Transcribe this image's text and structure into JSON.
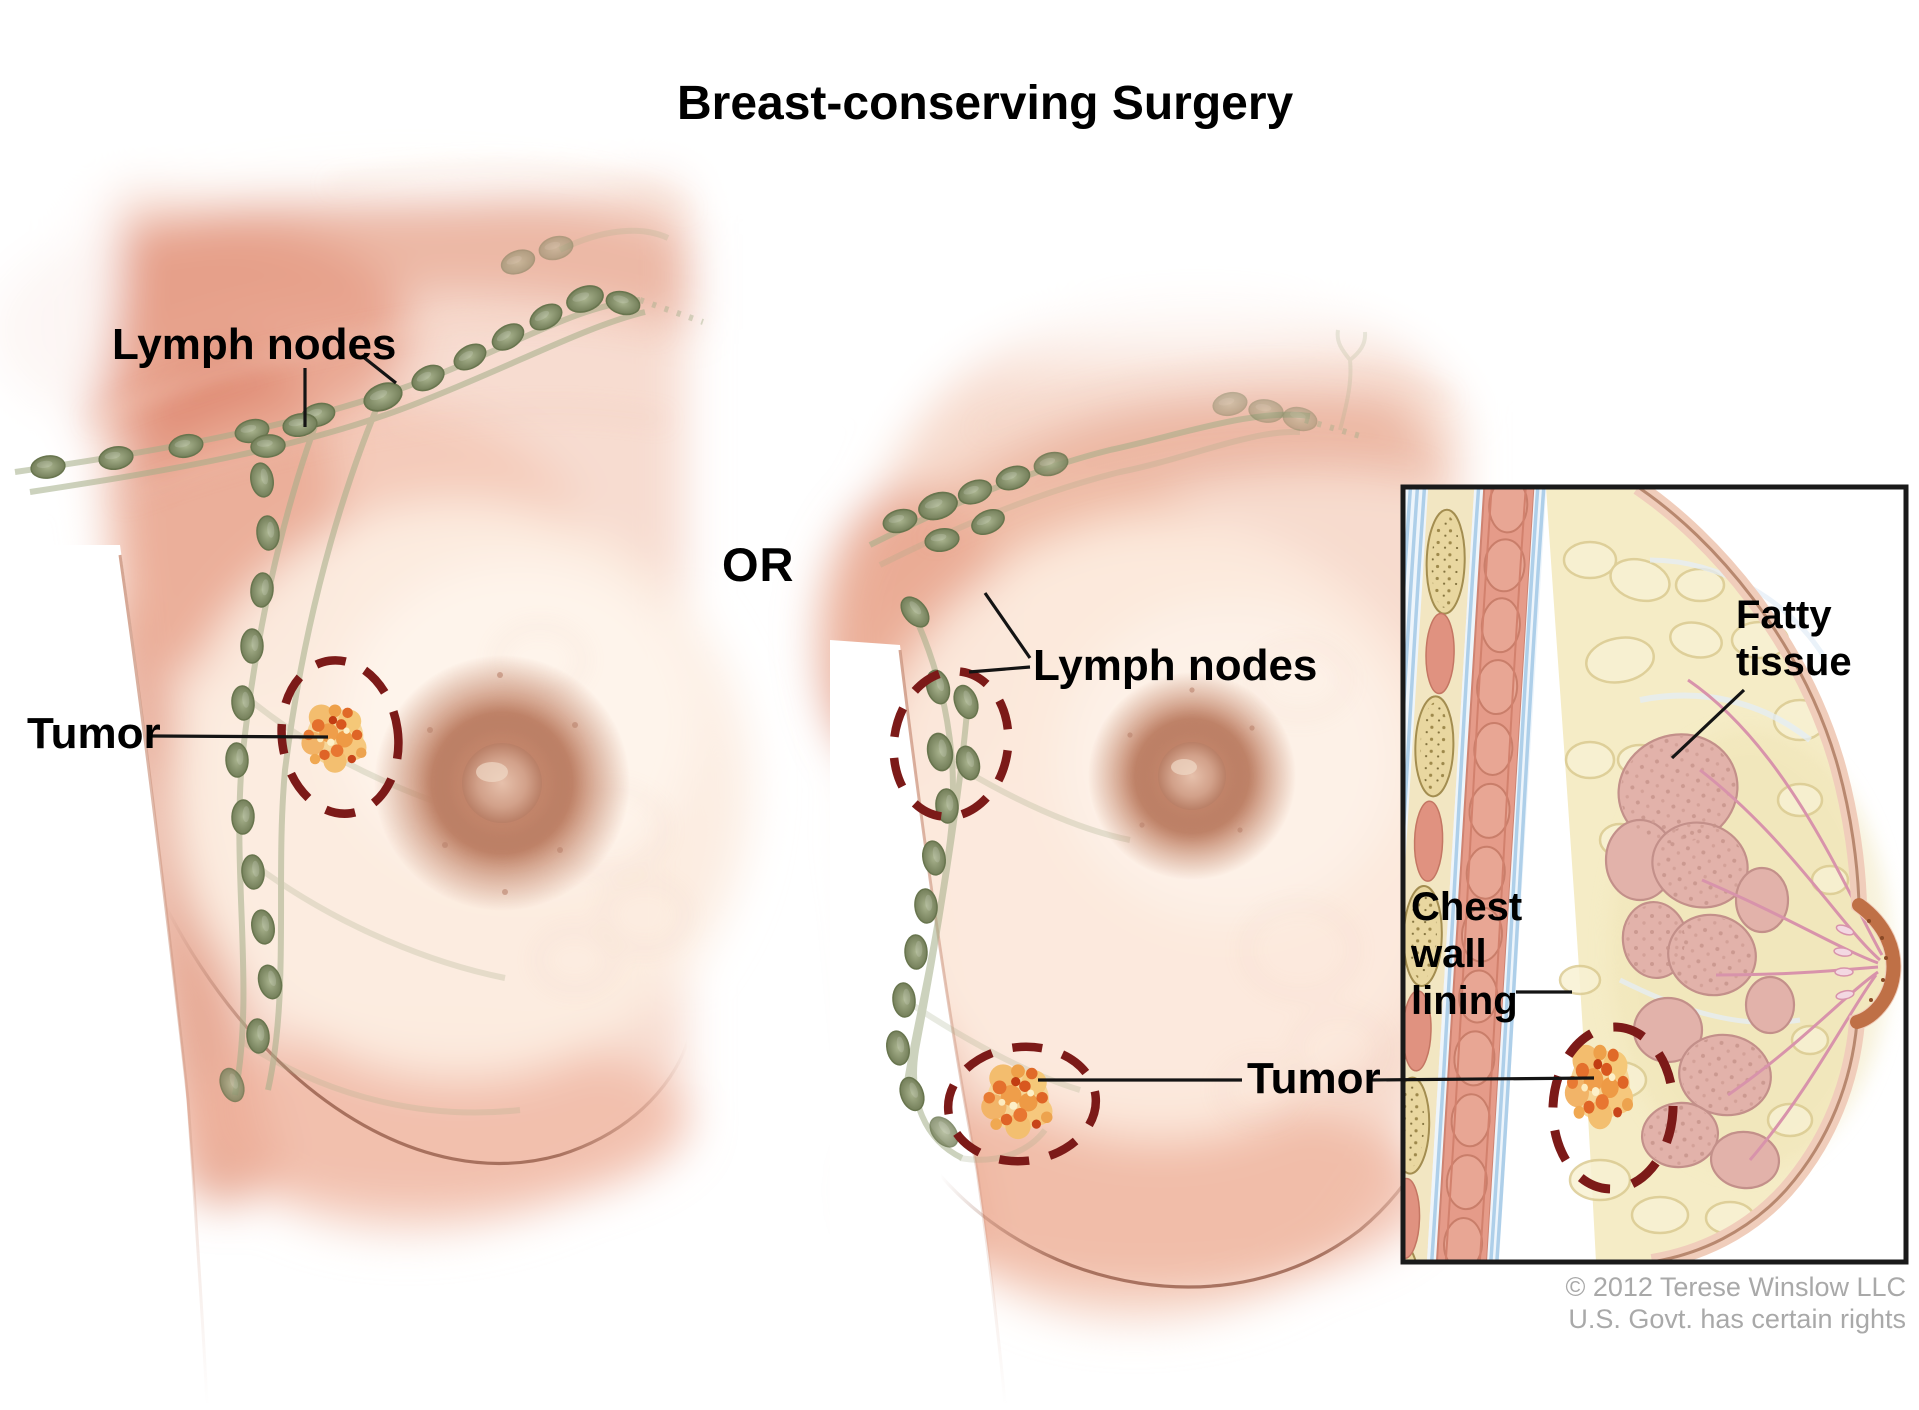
{
  "title": "Breast-conserving Surgery",
  "separator": {
    "or_label": "OR"
  },
  "left_figure": {
    "lymph_nodes_label": "Lymph nodes",
    "tumor_label": "Tumor"
  },
  "right_figure": {
    "lymph_nodes_label": "Lymph nodes",
    "tumor_label": "Tumor"
  },
  "inset": {
    "fatty_tissue_label": "Fatty tissue",
    "chest_wall_lining_label": "Chest wall lining",
    "credit_line1": "© 2012 Terese Winslow LLC",
    "credit_line2": "U.S. Govt. has certain rights"
  },
  "colors": {
    "dashed_annotation": "#7c1a18",
    "leader_line": "#141414",
    "lymph_node": "#87936c",
    "tumor_orange": "#ee9a45",
    "credit_text": "#a9a9a9"
  }
}
